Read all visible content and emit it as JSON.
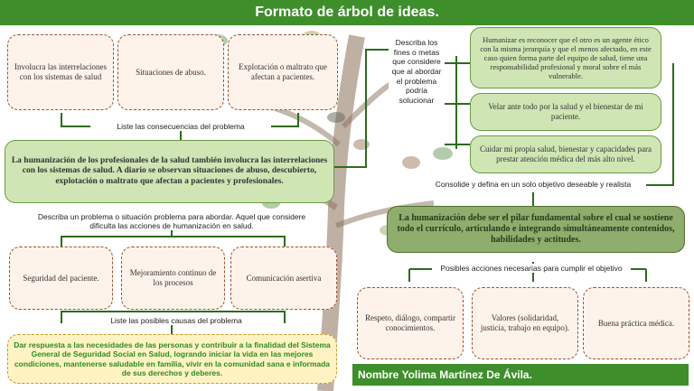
{
  "header": {
    "title": "Formato de árbol de ideas."
  },
  "consequences": [
    "Involucra las interrelaciones con los sistemas de salud",
    "Situaciones de abuso.",
    "Explotación o maltrato que afectan a pacientes."
  ],
  "consequences_label": "Liste las consecuencias del problema",
  "problem": {
    "text": "La humanización de los profesionales de la salud también involucra las interrelaciones con los sistemas de salud. A diario se observan situaciones de abuso, descubierto, explotación o maltrato que afectan a pacientes y profesionales.",
    "label": "Describa un problema o situación problema para abordar. Aquel que considere dificulta las acciones de humanización en salud."
  },
  "causes": [
    "Seguridad del paciente.",
    "Mejoramiento continuo de los procesos",
    "Comunicación asertiva"
  ],
  "causes_label": "Liste las posibles causas del problema",
  "causes_text": "Dar respuesta a las necesidades de las personas y contribuir a la finalidad del Sistema General de Seguridad Social en Salud, logrando iniciar la vida en las mejores condiciones, mantenerse saludable en familia, vivir en la comunidad sana e informada de sus derechos y deberes.",
  "goals_label": "Describa los fines o metas que considere que al abordar el problema podría solucionar",
  "goals": [
    "Humanizar es reconocer que el otro es un agente ético con la misma jerarquía y que el menos afectado, en este caso quien forma parte del equipo de salud, tiene una responsabilidad profesional y moral sobre el más vulnerable.",
    "Velar ante todo por la salud y el bienestar de mi paciente.",
    "Cuidar mi propia salud, bienestar y capacidades para prestar atención médica del más alto nivel."
  ],
  "objective_label": "Consolide y defina en un solo objetivo deseable y realista",
  "objective": "La humanización debe ser el pilar fundamental sobre el cual se sostiene todo el currículo, articulando e integrando simultáneamente contenidos, habilidades y actitudes.",
  "actions_label": "Posibles acciones necesarias para cumplir el objetivo",
  "actions": [
    "Respeto, diálogo, compartir conocimientos.",
    "Valores (solidaridad, justicia, trabajo en equipo).",
    "Buena práctica médica."
  ],
  "name": "Nombre Yolima Martínez De Ávila."
}
